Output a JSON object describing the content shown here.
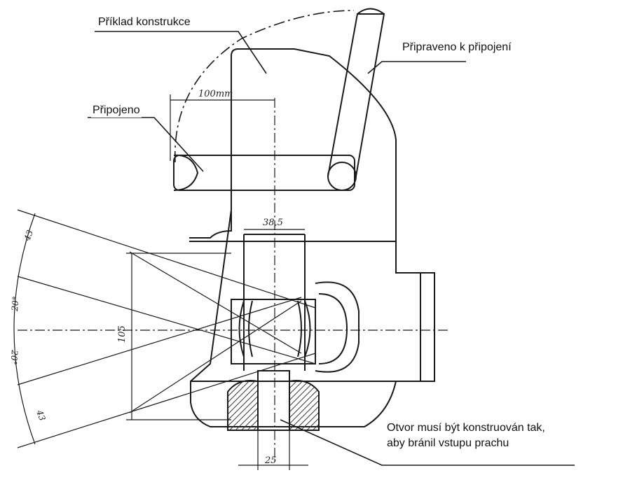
{
  "callouts": {
    "example": "Příklad konstrukce",
    "ready": "Připraveno k připojení",
    "connected": "Připojeno",
    "hole_note_line1": "Otvor musí být konstruován tak,",
    "hole_note_line2": "aby bránil vstupu prachu"
  },
  "dimensions": {
    "width_100": "100mm",
    "bore_38": "38,5",
    "height_105": "105",
    "ang_top": "43",
    "ang_20a": "20°",
    "ang_20b": "20°",
    "ang_bottom": "43",
    "pin_25": "25"
  },
  "colors": {
    "ink": "#1a1a1a",
    "paper": "#ffffff",
    "hatch": "#333333"
  }
}
